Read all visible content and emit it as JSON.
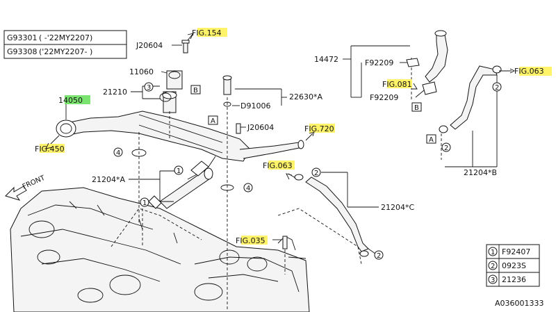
{
  "applicability": [
    {
      "code": "G93301",
      "range": "( -'22MY2207)"
    },
    {
      "code": "G93308",
      "range": "('22MY2207- )"
    }
  ],
  "part_labels": {
    "j20604_top": "J20604",
    "fig154": "FIG.154",
    "p11060": "11060",
    "p21210": "21210",
    "p14050": "14050",
    "fig450": "FIG.450",
    "p22630a": "22630*A",
    "d91006": "D91006",
    "j20604_mid": "J20604",
    "fig720": "FIG.720",
    "fig063_mid": "FIG.063",
    "p21204a": "21204*A",
    "p21204c": "21204*C",
    "fig035": "FIG.035",
    "p14472": "14472",
    "f92209_a": "F92209",
    "f92209_b": "F92209",
    "fig081": "FIG.081",
    "fig063_right": "FIG.063",
    "p21204b": "21204*B",
    "front": "FRONT"
  },
  "callouts": {
    "A": "A",
    "B": "B",
    "n1": "1",
    "n2": "2",
    "n3": "3",
    "n4": "4"
  },
  "legend": [
    {
      "key": "1",
      "part": "F92407"
    },
    {
      "key": "2",
      "part": "0923S"
    },
    {
      "key": "3",
      "part": "21236"
    }
  ],
  "diagram_id": "A036001333",
  "colors": {
    "highlight": "#fff36a",
    "highlight_green": "#7be36f",
    "ink": "#111111"
  }
}
